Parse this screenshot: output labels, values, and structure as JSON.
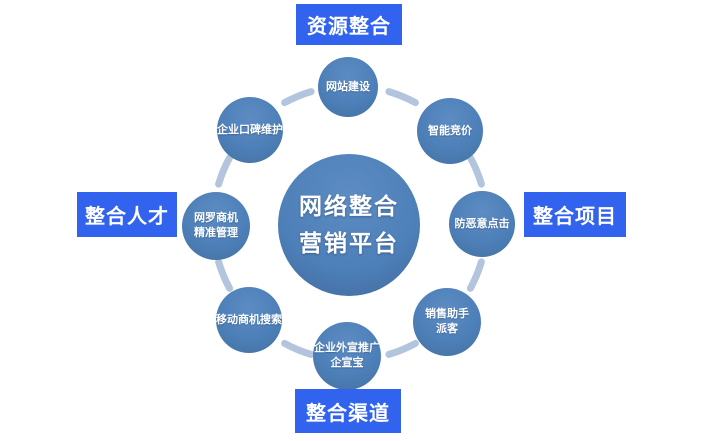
{
  "diagram": {
    "center": {
      "line1": "网络整合",
      "line2": "营销平台"
    },
    "labels": {
      "top": "资源整合",
      "right": "整合项目",
      "bottom": "整合渠道",
      "left": "整合人才"
    },
    "nodes": [
      {
        "id": "website-building",
        "line1": "网站建设"
      },
      {
        "id": "smart-bidding",
        "line1": "智能竞价"
      },
      {
        "id": "anti-malicious-click",
        "line1": "防恶意点击"
      },
      {
        "id": "sales-assistant",
        "line1": "销售助手",
        "line2": "派客"
      },
      {
        "id": "enterprise-promotion",
        "line1": "企业外宣推广",
        "line2": "企宣宝"
      },
      {
        "id": "mobile-business-search",
        "line1": "移动商机搜索"
      },
      {
        "id": "opportunity-management",
        "line1": "网罗商机",
        "line2": "精准管理"
      },
      {
        "id": "reputation-maintenance",
        "line1": "企业口碑维护"
      }
    ],
    "colors": {
      "circle_fill": "#4d7fb8",
      "label_background": "#3163ee",
      "connector": "#b3c4dd",
      "text": "#ffffff"
    }
  }
}
